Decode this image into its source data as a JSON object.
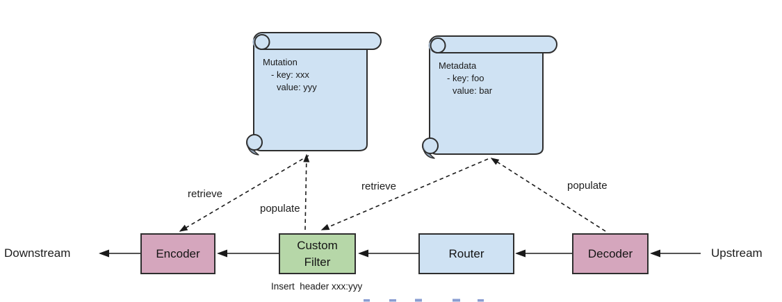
{
  "diagram": {
    "flow_endpoints": {
      "downstream_label": "Downstream",
      "upstream_label": "Upstream"
    },
    "nodes": {
      "encoder": {
        "label": "Encoder",
        "fill": "#d5a6bd"
      },
      "custom_filter": {
        "label": [
          "Custom",
          "Filter"
        ],
        "fill": "#b6d7a8",
        "note": "Insert  header xxx:yyy"
      },
      "router": {
        "label": "Router",
        "fill": "#cfe2f3"
      },
      "decoder": {
        "label": "Decoder",
        "fill": "#d5a6bd"
      }
    },
    "scrolls": {
      "mutation": {
        "title": "Mutation",
        "entry_key": "- key: xxx",
        "entry_value": "value: yyy",
        "fill": "#cfe2f3"
      },
      "metadata": {
        "title": "Metadata",
        "entry_key": "- key: foo",
        "entry_value": "value: bar",
        "fill": "#cfe2f3"
      }
    },
    "edge_labels": {
      "encoder_retrieve": "retrieve",
      "custom_filter_populate": "populate",
      "custom_filter_retrieve": "retrieve",
      "decoder_populate": "populate"
    },
    "colors": {
      "outline": "#2e2e2e",
      "connector": "#1a1a1a",
      "scroll_fill": "#cfe2f3",
      "pink_node": "#d5a6bd",
      "green_node": "#b6d7a8",
      "blue_node": "#cfe2f3"
    }
  }
}
